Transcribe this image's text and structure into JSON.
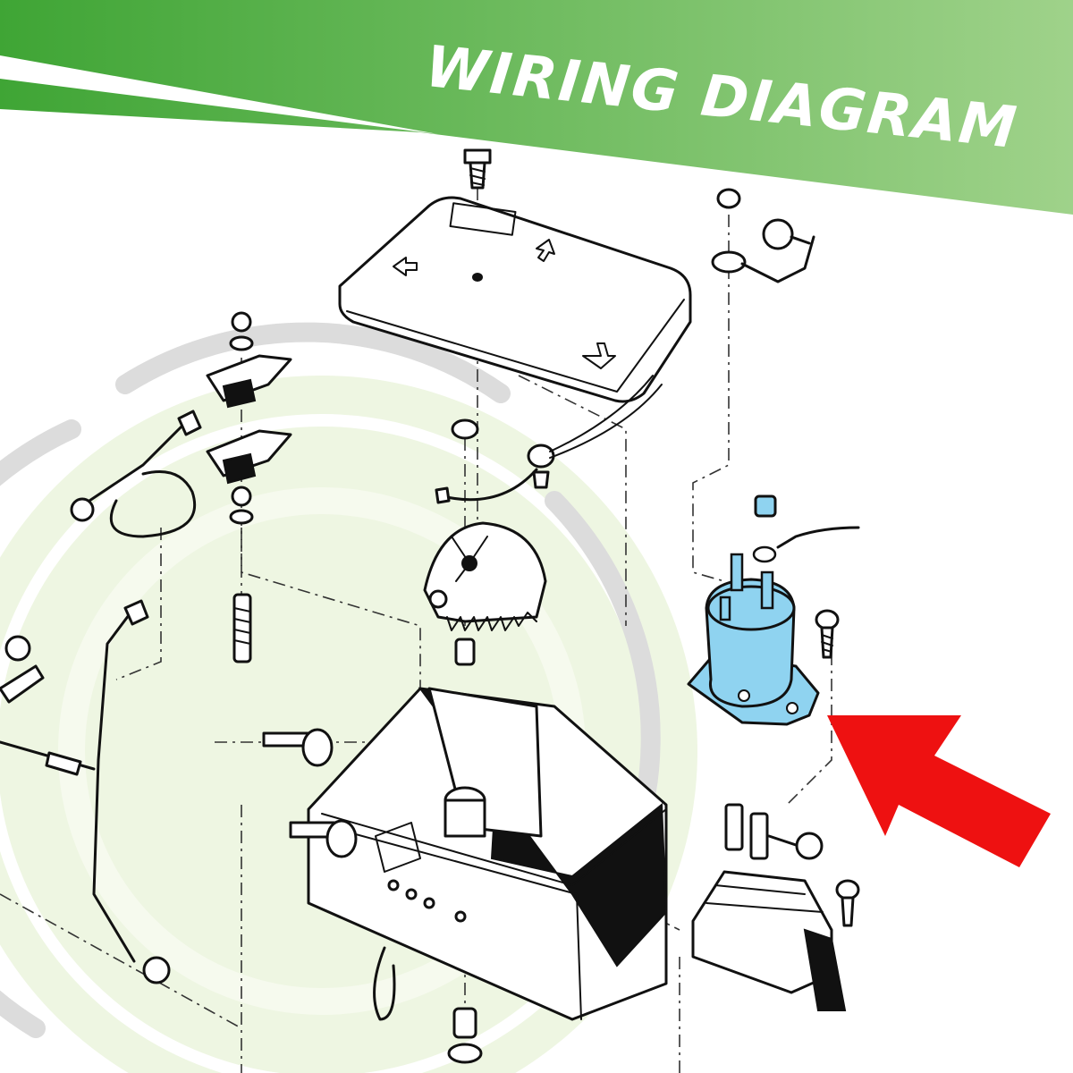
{
  "banner": {
    "title": "WIRING DIAGRAM",
    "color_light": "#9fd28a",
    "color_dark": "#3fa535"
  },
  "colors": {
    "solenoid_highlight": "#8fd3f0",
    "arrow": "#ee1111",
    "background_circle": "#eef6e2",
    "background_ring": "#dcdcdc"
  },
  "highlight": {
    "part": "solenoid",
    "pointer": "red-arrow"
  }
}
